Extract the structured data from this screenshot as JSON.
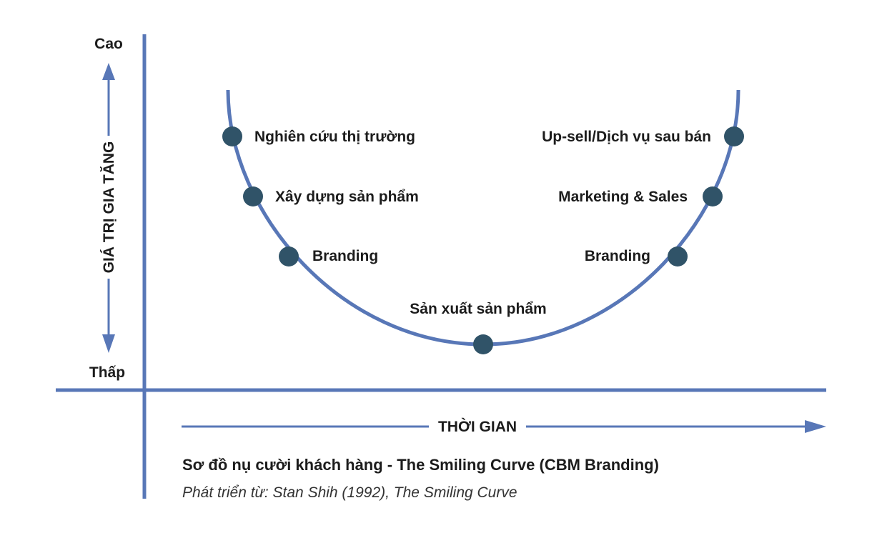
{
  "colors": {
    "axis": "#5877b7",
    "curve": "#5877b7",
    "dot": "#305368",
    "text": "#1c1c1c"
  },
  "y_axis": {
    "high_label": "Cao",
    "low_label": "Thấp",
    "title": "GIÁ TRỊ GIA TĂNG"
  },
  "x_axis": {
    "title": "THỜI GIAN"
  },
  "stages_left": [
    "Nghiên cứu thị trường",
    "Xây dựng sản phẩm",
    "Branding"
  ],
  "stage_bottom": "Sản xuất sản phẩm",
  "stages_right": [
    "Up-sell/Dịch vụ sau bán",
    "Marketing & Sales",
    "Branding"
  ],
  "caption": {
    "title": "Sơ đồ nụ cười khách hàng - The Smiling Curve (CBM Branding)",
    "subtitle": "Phát triển từ: Stan Shih (1992), The Smiling Curve"
  }
}
